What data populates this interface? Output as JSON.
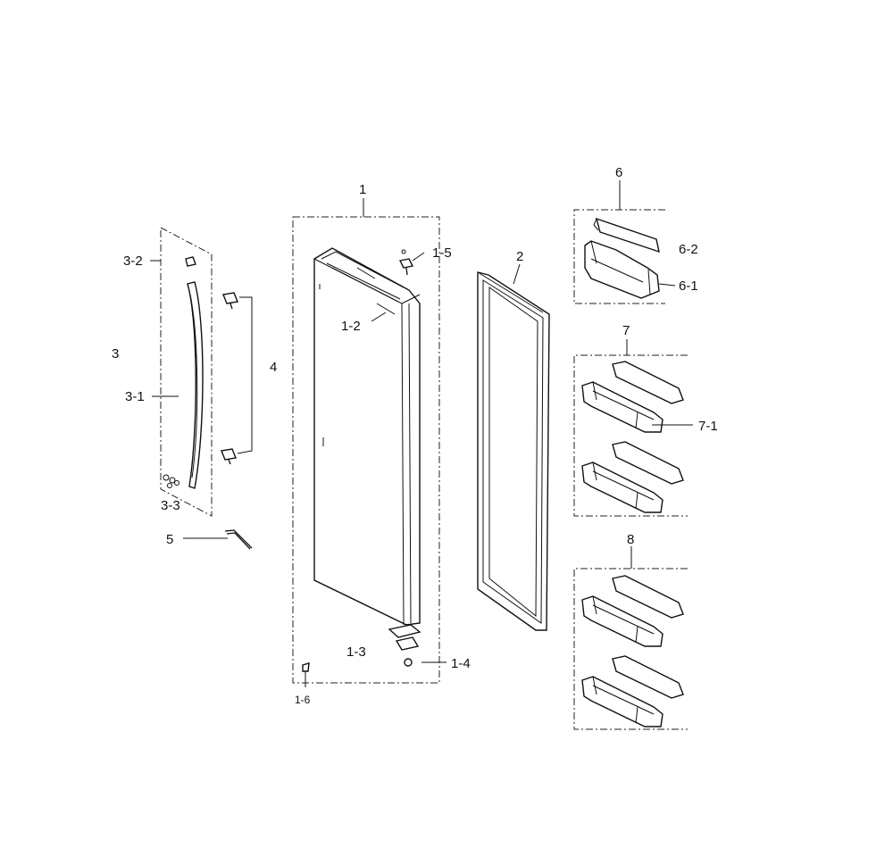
{
  "diagram": {
    "labels": {
      "p1": "1",
      "p1_2": "1-2",
      "p1_3": "1-3",
      "p1_4": "1-4",
      "p1_5": "1-5",
      "p1_6": "1-6",
      "p2": "2",
      "p3": "3",
      "p3_1": "3-1",
      "p3_2": "3-2",
      "p3_3": "3-3",
      "p4": "4",
      "p5": "5",
      "p6": "6",
      "p6_1": "6-1",
      "p6_2": "6-2",
      "p7": "7",
      "p7_1": "7-1",
      "p8": "8"
    }
  }
}
